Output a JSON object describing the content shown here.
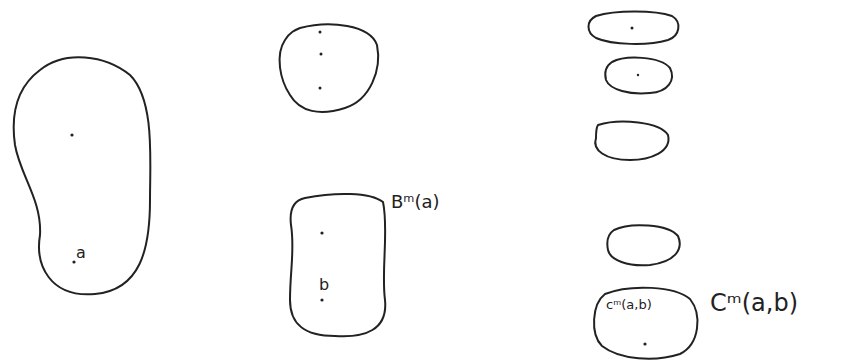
{
  "diagram": {
    "nodes": [
      {
        "text": [
          "a"
        ]
      },
      {
        "text": [
          "b",
          "Bᵐ(a)"
        ]
      },
      {
        "text": [
          "cᵐ(a,b)",
          "Cᵐ(a,b)"
        ]
      }
    ]
  }
}
